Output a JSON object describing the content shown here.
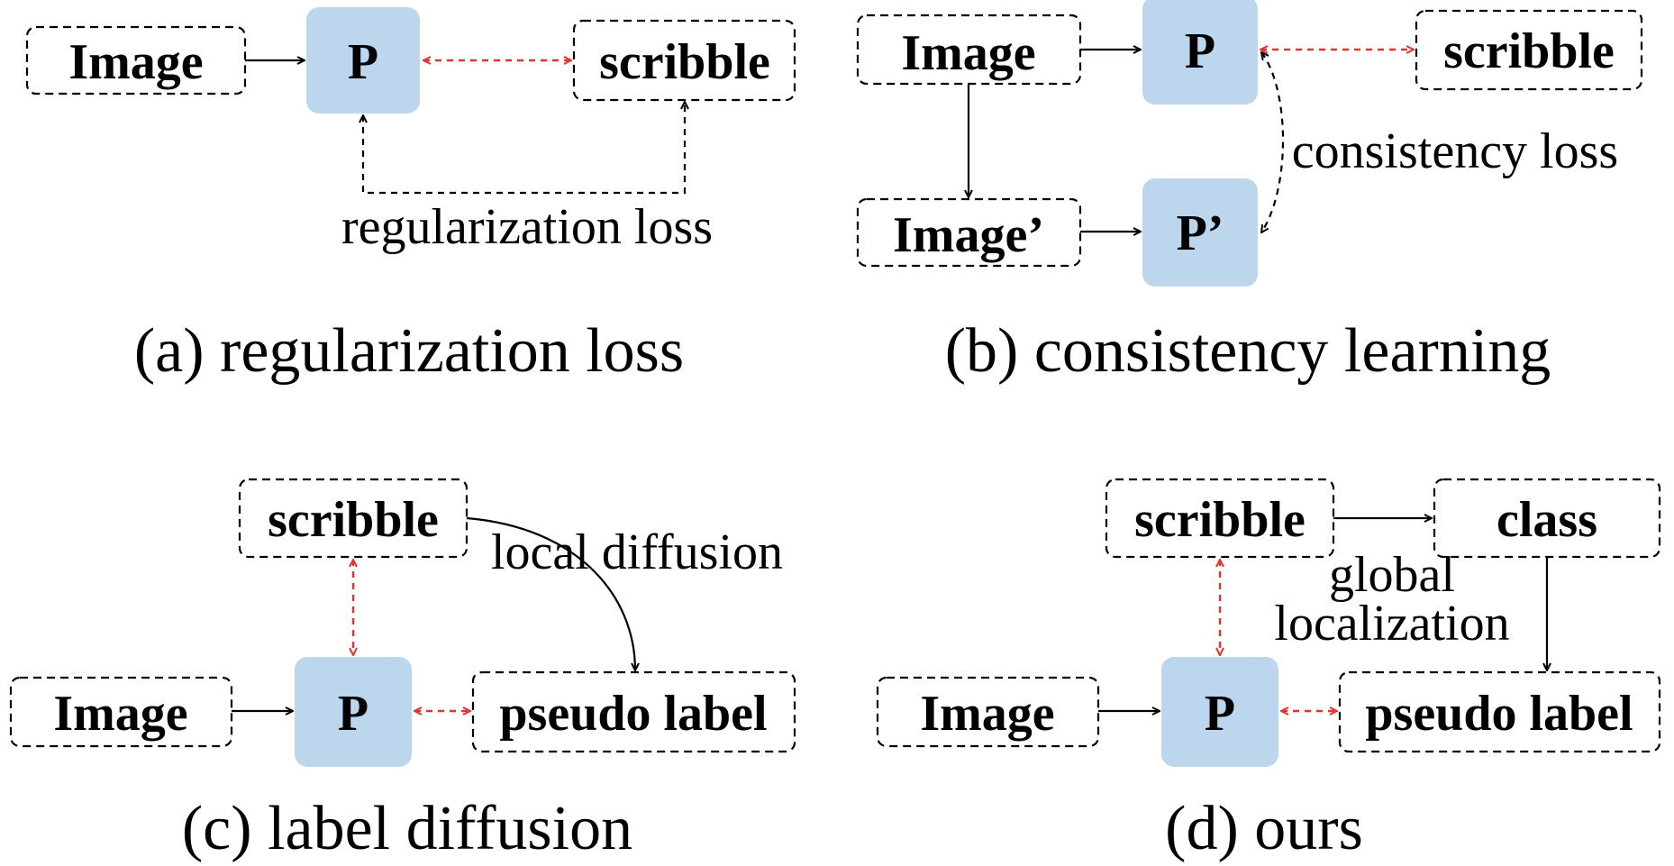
{
  "panel_a": {
    "image": "Image",
    "p": "P",
    "scribble": "scribble",
    "loss_label": "regularization loss",
    "caption": "(a) regularization loss"
  },
  "panel_b": {
    "image": "Image",
    "image_prime": "Image’",
    "p": "P",
    "p_prime": "P’",
    "scribble": "scribble",
    "loss_label": "consistency loss",
    "caption": "(b) consistency learning"
  },
  "panel_c": {
    "scribble": "scribble",
    "image": "Image",
    "p": "P",
    "pseudo_label": "pseudo label",
    "diffusion_label": "local diffusion",
    "caption": "(c) label diffusion"
  },
  "panel_d": {
    "scribble": "scribble",
    "class": "class",
    "image": "Image",
    "p": "P",
    "pseudo_label": "pseudo label",
    "localization_line1": "global",
    "localization_line2": "localization",
    "caption": "(d) ours"
  },
  "colors": {
    "p_fill": "#bcd6ee",
    "red_arrow": "#e3322f",
    "black": "#000000"
  }
}
